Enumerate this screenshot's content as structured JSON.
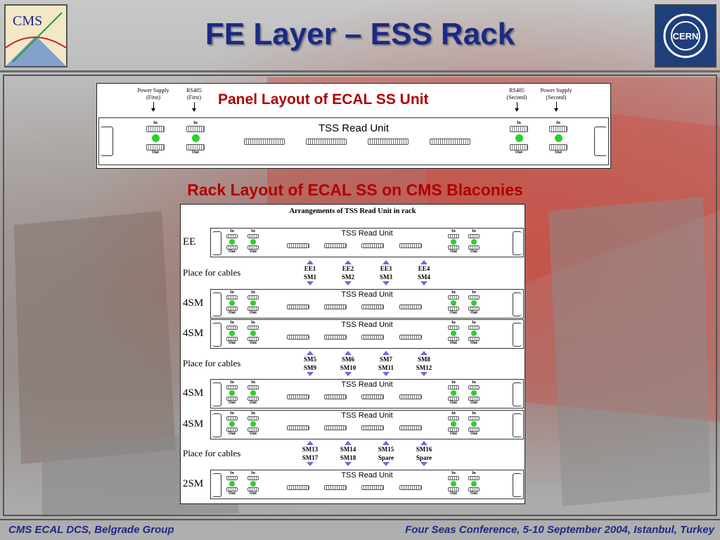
{
  "title": "FE Layer – ESS Rack",
  "logos": {
    "left": "CMS",
    "right": "CERN"
  },
  "panel": {
    "title": "Panel Layout of ECAL SS Unit",
    "tss_label": "TSS Read Unit",
    "left_labels": [
      {
        "line1": "Power Supply",
        "line2": "(First)"
      },
      {
        "line1": "RS485",
        "line2": "(First)"
      }
    ],
    "right_labels": [
      {
        "line1": "RS485",
        "line2": "(Second)"
      },
      {
        "line1": "Power Supply",
        "line2": "(Second)"
      }
    ],
    "in_label": "In",
    "out_label": "Out"
  },
  "rack": {
    "title": "Rack Layout of ECAL SS on CMS Blaconies",
    "caption": "Arrangements of TSS Read Unit in rack",
    "unit_label": "TSS Read Unit",
    "in_label": "In",
    "out_label": "Out",
    "rows": [
      {
        "kind": "unit",
        "label": "EE"
      },
      {
        "kind": "cables",
        "label": "Place for cables",
        "dir": "up",
        "top": [
          "EE1",
          "EE2",
          "EE3",
          "EE4"
        ],
        "bottom": [
          "SM1",
          "SM2",
          "SM3",
          "SM4"
        ]
      },
      {
        "kind": "unit",
        "label": "4SM"
      },
      {
        "kind": "unit",
        "label": "4SM"
      },
      {
        "kind": "cables",
        "label": "Place for cables",
        "dir": "down",
        "top": [
          "SM5",
          "SM6",
          "SM7",
          "SM8"
        ],
        "bottom": [
          "SM9",
          "SM10",
          "SM11",
          "SM12"
        ]
      },
      {
        "kind": "unit",
        "label": "4SM"
      },
      {
        "kind": "unit",
        "label": "4SM"
      },
      {
        "kind": "cables",
        "label": "Place for cables",
        "dir": "down",
        "top": [
          "SM13",
          "SM14",
          "SM15",
          "SM16"
        ],
        "bottom": [
          "SM17",
          "SM18",
          "Spare",
          "Spare"
        ]
      },
      {
        "kind": "unit",
        "label": "2SM"
      }
    ]
  },
  "footer": {
    "left": "CMS ECAL DCS, Belgrade Group",
    "right": "Four Seas Conference, 5-10 September 2004, Istanbul, Turkey"
  },
  "colors": {
    "title": "#1c2a85",
    "subtitle": "#b00000",
    "led": "#28d22a",
    "arrow": "#6b6bd6"
  }
}
